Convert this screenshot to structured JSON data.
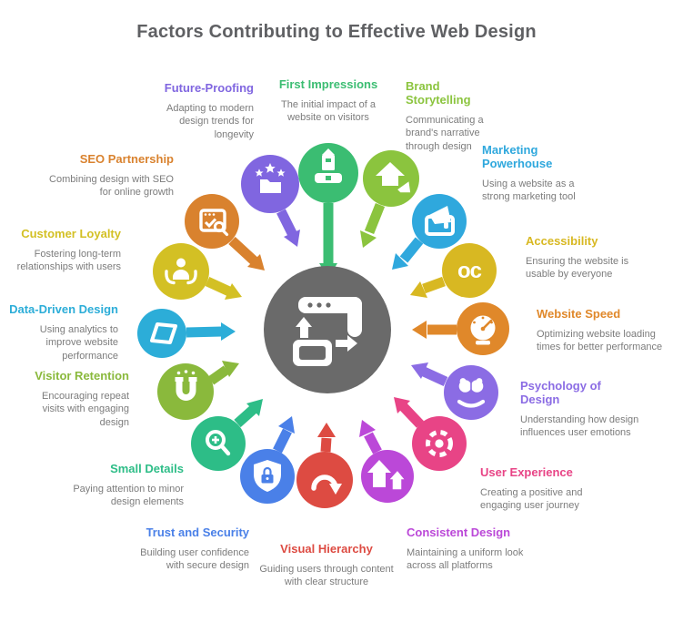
{
  "title": "Factors Contributing to Effective Web Design",
  "hub": {
    "icon": "responsive-website-sync-icon",
    "color": "#6a6a6a"
  },
  "factors": [
    {
      "name": "First Impressions",
      "description": "The initial impact of a website on visitors",
      "color": "#3bbd72",
      "icon": "building-handshake-icon"
    },
    {
      "name": "Brand Storytelling",
      "description": "Communicating a brand's narrative through design",
      "color": "#8bc43e",
      "icon": "house-megaphone-icon"
    },
    {
      "name": "Marketing Powerhouse",
      "description": "Using a website as a strong marketing tool",
      "color": "#2fa8dd",
      "icon": "tablet-megaphone-icon"
    },
    {
      "name": "Accessibility",
      "description": "Ensuring the website is usable by everyone",
      "color": "#d8b822",
      "icon": "oc-letters-icon",
      "icon_text": "oc"
    },
    {
      "name": "Website Speed",
      "description": "Optimizing website loading times for better performance",
      "color": "#e0882a",
      "icon": "speedometer-icon"
    },
    {
      "name": "Psychology of Design",
      "description": "Understanding how design influences user emotions",
      "color": "#8b6ce4",
      "icon": "brain-hand-icon"
    },
    {
      "name": "User Experience",
      "description": "Creating a positive and engaging user journey",
      "color": "#e84486",
      "icon": "dashed-wheel-icon"
    },
    {
      "name": "Consistent Design",
      "description": "Maintaining a uniform look across all platforms",
      "color": "#bb48d8",
      "icon": "house-arrows-icon"
    },
    {
      "name": "Visual Hierarchy",
      "description": "Guiding users through content with clear structure",
      "color": "#dd4b42",
      "icon": "u-turn-arrow-icon"
    },
    {
      "name": "Trust and Security",
      "description": "Building user confidence with secure design",
      "color": "#4a80e8",
      "icon": "shield-lock-icon"
    },
    {
      "name": "Small Details",
      "description": "Paying attention to minor design elements",
      "color": "#2dbd87",
      "icon": "magnifier-plus-icon"
    },
    {
      "name": "Visitor Retention",
      "description": "Encouraging repeat visits with engaging design",
      "color": "#8ab93c",
      "icon": "magnet-icon"
    },
    {
      "name": "Data-Driven Design",
      "description": "Using analytics to improve website performance",
      "color": "#2cadd8",
      "icon": "parallelogram-icon"
    },
    {
      "name": "Customer Loyalty",
      "description": "Fostering long-term relationships with users",
      "color": "#d3c024",
      "icon": "person-in-hands-icon"
    },
    {
      "name": "SEO Partnership",
      "description": "Combining design with SEO for online growth",
      "color": "#d9822e",
      "icon": "browser-search-check-icon"
    },
    {
      "name": "Future-Proofing",
      "description": "Adapting to modern design trends for longevity",
      "color": "#8066e0",
      "icon": "stars-folder-icon"
    }
  ]
}
